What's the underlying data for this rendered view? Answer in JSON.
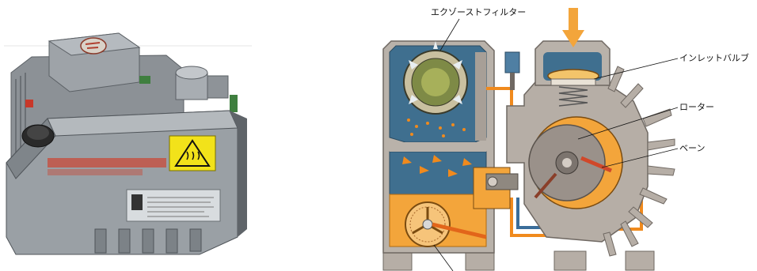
{
  "diagram": {
    "labels": {
      "exhaust_filter": "エクゾーストフィルター",
      "inlet_valve": "インレットバルブ",
      "rotor": "ローター",
      "vane": "ベーン"
    },
    "photo": {
      "warning_symbol": "hot-surface-warning-icon",
      "brand_logo": "busch-logo"
    },
    "colors": {
      "housing_blue": "#3f6f8f",
      "housing_grey": "#b9b2aa",
      "oil_orange": "#f3a53b",
      "air_flow": "#f08a1d",
      "pump_body_grey": "#9aa1a6",
      "warning_yellow": "#f2e21a"
    }
  }
}
